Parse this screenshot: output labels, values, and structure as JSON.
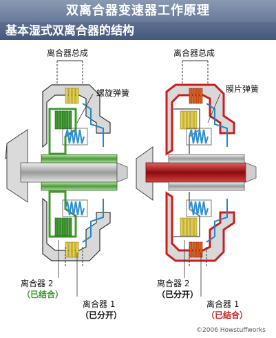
{
  "header": {
    "title": "双离合器变速器工作原理",
    "subtitle": "基本湿式双离合器的结构"
  },
  "left": {
    "assembly_label": "离合器总成",
    "spring_label": "螺旋弹簧",
    "clutch2_label": "离合器 2",
    "clutch2_status": "（已结合）",
    "clutch1_label": "离合器 1",
    "clutch1_status": "（已分开）"
  },
  "right": {
    "assembly_label": "离合器总成",
    "spring_label": "膜片弹簧",
    "clutch2_label": "离合器 2",
    "clutch2_status": "（已分开）",
    "clutch1_label": "离合器 1",
    "clutch1_status": "（已结合）"
  },
  "credit": "©2006 Howstuffworks",
  "colors": {
    "engaged_green": "#3a9a2a",
    "engaged_red": "#c81e1e",
    "spring_blue": "#2f8fd0",
    "plate_yellow": "#e6d04a"
  }
}
